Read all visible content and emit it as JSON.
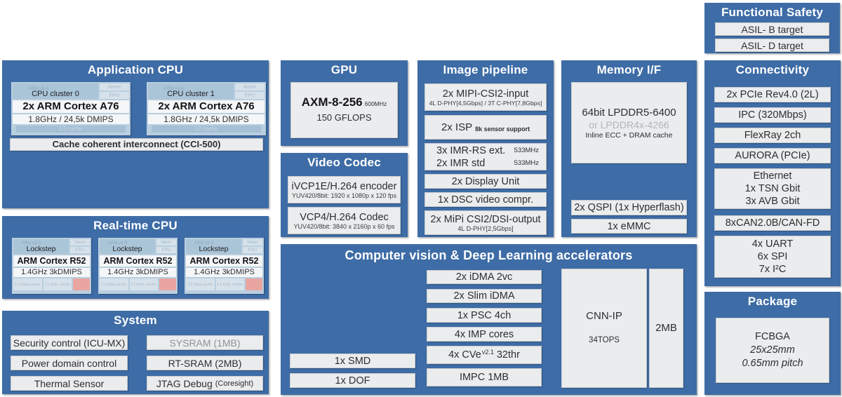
{
  "colors": {
    "primary_blue": "#3e6ca6",
    "panel_gray": "#ebeced",
    "cluster_blue": "#b9cfe0",
    "salmon": "#e9a6a0",
    "muted_text": "#8f9296"
  },
  "functional_safety": {
    "title": "Functional Safety",
    "items": [
      "ASIL- B target",
      "ASIL- D target"
    ]
  },
  "application_cpu": {
    "title": "Application CPU",
    "interconnect": "Cache coherent interconnect (CCI-500)",
    "clusters": [
      {
        "watermark": "ARM v8-A",
        "name": "CPU cluster 0",
        "core": "2x ARM Cortex A76",
        "spec": "1.8GHz / 24,5k DMIPS",
        "neon": "Neon",
        "fpu": "FPU",
        "l3": "L3 cache"
      },
      {
        "watermark": "ARM v8-A",
        "name": "CPU cluster 1",
        "core": "2x ARM Cortex A76",
        "spec": "1.8GHz / 24,5k DMIPS",
        "neon": "Neon",
        "fpu": "FPU",
        "l3": "L3 cache"
      }
    ]
  },
  "realtime_cpu": {
    "title": "Real-time CPU",
    "cores": [
      {
        "watermark": "ARM v8-R",
        "mode": "Lockstep",
        "core": "ARM Cortex R52",
        "spec": "1.4GHz 3kDMIPS",
        "neon": "Neon",
        "fpu": "FPU",
        "l1d": "L1 Data cache",
        "l1i": "L1 Instr. cache"
      },
      {
        "watermark": "ARM v8-R",
        "mode": "Lockstep",
        "core": "ARM Cortex R52",
        "spec": "1.4GHz 3kDMIPS",
        "neon": "Neon",
        "fpu": "FPU",
        "l1d": "L1 Data cache",
        "l1i": "L1 Instr. cache"
      },
      {
        "watermark": "ARM v8-R",
        "mode": "Lockstep",
        "core": "ARM Cortex R52",
        "spec": "1.4GHz 3kDMIPS",
        "neon": "Neon",
        "fpu": "FPU",
        "l1d": "L1 Data cache",
        "l1i": "L1 Instr. cache"
      }
    ]
  },
  "system": {
    "title": "System",
    "left": [
      "Security control (ICU-MX)",
      "Power domain control",
      "Thermal Sensor"
    ],
    "sysram": "SYSRAM (1MB)",
    "rtsram": "RT-SRAM (2MB)",
    "jtag_main": "JTAG Debug",
    "jtag_small": "(Coresight)"
  },
  "gpu": {
    "title": "GPU",
    "chip": "AXM-8-256",
    "freq": "600MHz",
    "flops": "150 GFLOPS"
  },
  "video_codec": {
    "title": "Video Codec",
    "items": [
      {
        "name": "iVCP1E/H.264 encoder",
        "spec": "YUV420/8bit: 1920 x 1080p x 120 fps"
      },
      {
        "name": "VCP4/H.264 Codec",
        "spec": "YUV420/8bit: 3840 x 2160p x 60 fps"
      }
    ]
  },
  "image_pipeline": {
    "title": "Image pipeline",
    "csi_in": {
      "main": "2x MIPI-CSI2-input",
      "sub": "4L D-PHY[4,5Gbps] / 3T C-PHY[7,8Gbps]"
    },
    "isp": {
      "main": "2x ISP",
      "small": "8k sensor support"
    },
    "imr": {
      "l1": "3x IMR-RS ext.",
      "r1": "533MHz",
      "l2": "2x IMR std",
      "r2": "533MHz"
    },
    "display_unit": "2x Display Unit",
    "dsc": "1x DSC video compr.",
    "csi_out": {
      "main": "2x MiPi CSI2/DSI-output",
      "sub": "4L D-PHY[2,5Gbps]"
    }
  },
  "memory_if": {
    "title": "Memory I/F",
    "dram": {
      "line1": "64bit LPDDR5-6400",
      "line2": "or LPDDR4x-4266",
      "line3": "Inline ECC + DRAM cache"
    },
    "qspi": "2x QSPI (1x Hyperflash)",
    "emmc": "1x eMMC"
  },
  "connectivity": {
    "title": "Connectivity",
    "rows": [
      {
        "lines": [
          "2x PCIe Rev4.0 (2L)"
        ]
      },
      {
        "lines": [
          "IPC (320Mbps)"
        ]
      },
      {
        "lines": [
          "FlexRay 2ch"
        ]
      },
      {
        "lines": [
          "AURORA (PCIe)"
        ]
      },
      {
        "lines": [
          "Ethernet",
          "1x TSN Gbit",
          "3x AVB Gbit"
        ]
      },
      {
        "lines": [
          "8xCAN2.0B/CAN-FD"
        ]
      },
      {
        "lines": [
          "4x UART",
          "6x SPI",
          "7x I²C"
        ]
      }
    ]
  },
  "cv_accel": {
    "title": "Computer vision & Deep Learning accelerators",
    "left": [
      "1x SMD",
      "1x DOF"
    ],
    "mid": [
      "2x iDMA 2vc",
      "2x Slim iDMA",
      "1x PSC 4ch",
      "4x IMP cores"
    ],
    "cve": {
      "pre": "4x CVe",
      "sup": "v2.1",
      "post": "32thr"
    },
    "impc": "IMPC 1MB",
    "cnn": {
      "name": "CNN-IP",
      "perf": "34TOPS"
    },
    "sram": "2MB"
  },
  "package": {
    "title": "Package",
    "line1": "FCBGA",
    "line2": "25x25mm",
    "line3": "0.65mm pitch"
  }
}
